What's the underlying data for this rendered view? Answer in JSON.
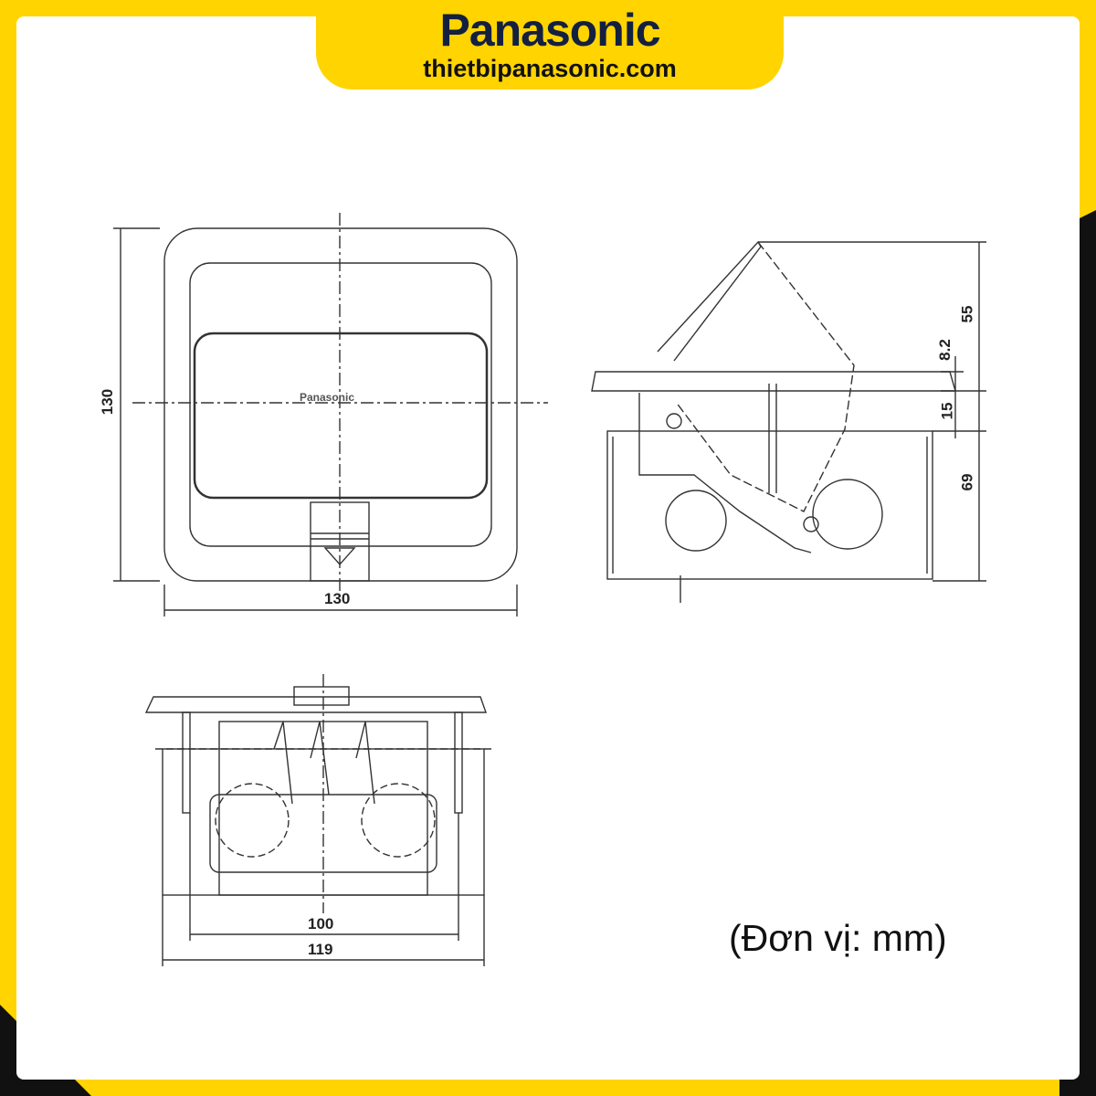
{
  "header": {
    "brand": "Panasonic",
    "website": "thietbipanasonic.com"
  },
  "colors": {
    "accent": "#ffd400",
    "brand_text": "#142040",
    "line": "#333333"
  },
  "top_view": {
    "logo": "Panasonic",
    "width_label": "130",
    "height_label": "130"
  },
  "side_view": {
    "dims": [
      "55",
      "8.2",
      "15",
      "69"
    ]
  },
  "front_view": {
    "dims": [
      "100",
      "119"
    ]
  },
  "unit_note": "(Đơn vị: mm)"
}
